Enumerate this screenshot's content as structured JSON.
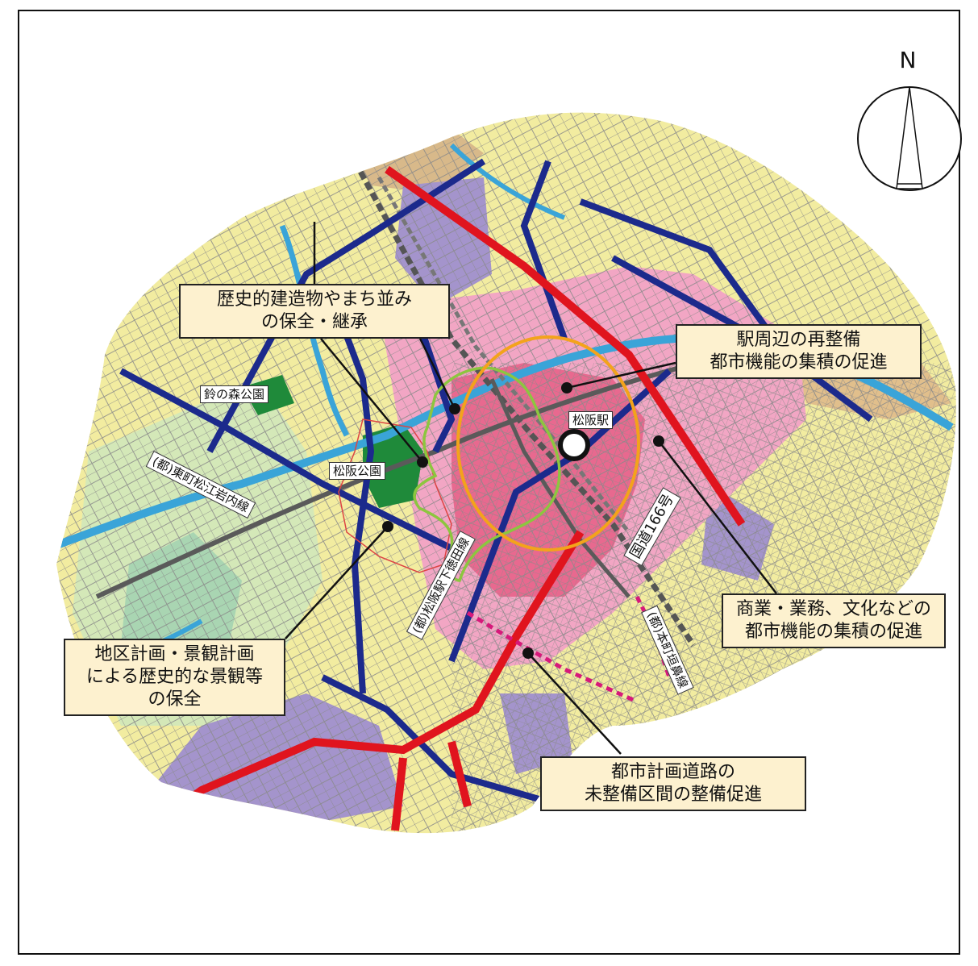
{
  "compass": {
    "letter": "N"
  },
  "callouts": {
    "history": [
      "歴史的建造物やまち並み",
      "の保全・継承"
    ],
    "station": [
      "駅周辺の再整備",
      "都市機能の集積の促進"
    ],
    "commerce": [
      "商業・業務、文化などの",
      "都市機能の集積の促進"
    ],
    "district": [
      "地区計画・景観計画",
      "による歴史的な景観等",
      "の保全"
    ],
    "road": [
      "都市計画道路の",
      "未整備区間の整備促進"
    ]
  },
  "labels": {
    "suzunomori": "鈴の森公園",
    "matsusaka_park": "松阪公園",
    "station": "松阪駅",
    "higashimachi": "(都)東町松江岩内線",
    "shimotokuda": "(都)松阪駅下徳田線",
    "route166": "国道166号",
    "honmachi": "(都)本町垣鼻線"
  },
  "colors": {
    "arterial_blue": "#1c2a8c",
    "national_red": "#e0141e",
    "river": "#3aa4d8",
    "residential": "#f2eca0",
    "commercial_pink": "#f2a6c4",
    "core_pink": "#e8698f",
    "industrial_purple": "#a494cc",
    "park_green": "#1f8a3a",
    "orange_ring": "#f3a31b",
    "green_boundary": "#8cc63f",
    "planned_magenta": "#d6197a"
  }
}
